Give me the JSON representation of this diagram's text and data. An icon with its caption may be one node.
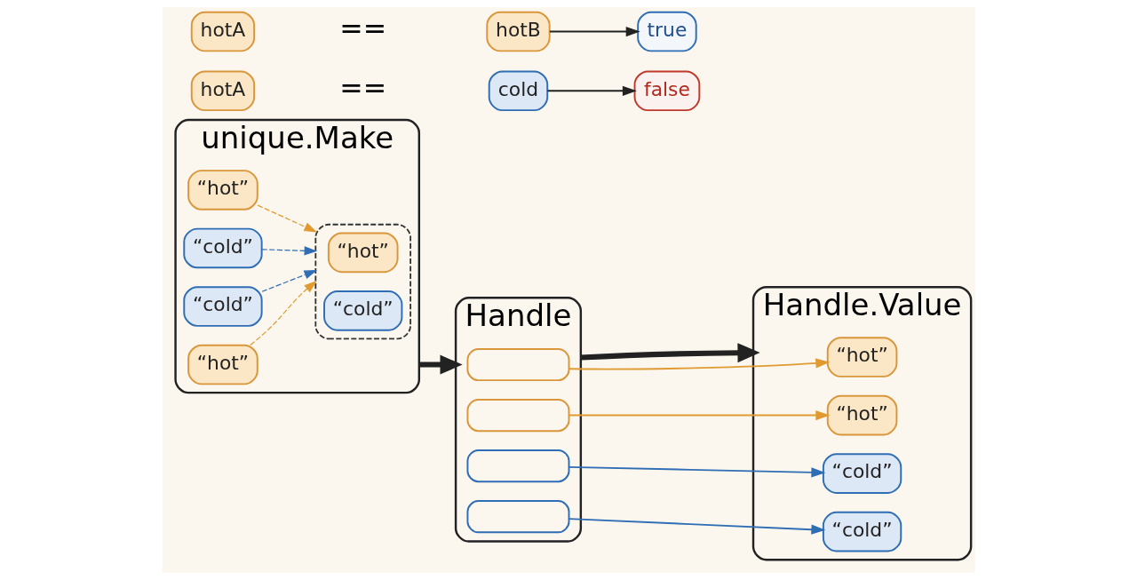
{
  "diagram": {
    "nodes": [
      {
        "text": [
          "unique.Make"
        ]
      },
      {
        "text": [
          "“hot”"
        ],
        "in": 0
      },
      {
        "text": [
          "“hot”"
        ],
        "in": 0
      },
      {
        "text": [
          "“cold”"
        ],
        "in": 0
      },
      {
        "text": [
          "“cold”"
        ],
        "in": 0
      },
      {
        "text": [],
        "shape": "cloud",
        "in": 0
      },
      {
        "text": [
          "“hot”"
        ],
        "in": 5
      },
      {
        "text": [
          "“cold”"
        ],
        "in": 5
      },
      {
        "text": [
          "Handle"
        ]
      },
      {
        "text": [],
        "shape": "box",
        "in": 8
      },
      {
        "text": [],
        "shape": "box",
        "in": 8
      },
      {
        "text": [],
        "shape": "box",
        "in": 8
      },
      {
        "text": [],
        "shape": "box",
        "in": 8
      },
      {
        "text": [
          "Handle.Value"
        ]
      },
      {
        "text": [
          "“hot”"
        ],
        "in": 13
      },
      {
        "text": [
          "“hot”"
        ],
        "in": 13
      },
      {
        "text": [
          "“cold”"
        ],
        "in": 13
      },
      {
        "text": [
          "“cold”"
        ],
        "in": 13
      },
      {
        "text": [
          "hotA"
        ]
      },
      {
        "text": [
          "hotB"
        ]
      },
      {
        "text": [
          "true"
        ]
      },
      {
        "text": [
          "hotA"
        ]
      },
      {
        "text": [
          "cold"
        ]
      },
      {
        "text": [
          "false"
        ]
      }
    ],
    "edges": [
      {
        "from": 1,
        "to": 5,
        "arrow": "to",
        "style": "dashed",
        "color": "#e09a30"
      },
      {
        "from": 2,
        "to": 5,
        "arrow": "to",
        "style": "dashed",
        "color": "#e09a30"
      },
      {
        "from": 3,
        "to": 5,
        "arrow": "to",
        "style": "dashed",
        "color": "#2f6db5"
      },
      {
        "from": 4,
        "to": 5,
        "arrow": "to",
        "style": "dashed",
        "color": "#2f6db5"
      },
      {
        "from": 0,
        "to": 8,
        "arrow": "to",
        "style": "thick",
        "color": "#222222"
      },
      {
        "from": 9,
        "to": 14,
        "arrow": "to",
        "color": "#e09a30"
      },
      {
        "from": 10,
        "to": 15,
        "arrow": "to",
        "color": "#e09a30"
      },
      {
        "from": 11,
        "to": 16,
        "arrow": "to",
        "color": "#2f6db5"
      },
      {
        "from": 12,
        "to": 17,
        "arrow": "to",
        "color": "#2f6db5"
      },
      {
        "from": 8,
        "to": 13,
        "arrow": "to",
        "style": "thick",
        "color": "#222222"
      },
      {
        "from": 19,
        "to": 20,
        "arrow": "to",
        "color": "#222222"
      },
      {
        "from": 22,
        "to": 23,
        "arrow": "to",
        "color": "#222222"
      }
    ],
    "labels": [
      "==",
      "=="
    ]
  }
}
